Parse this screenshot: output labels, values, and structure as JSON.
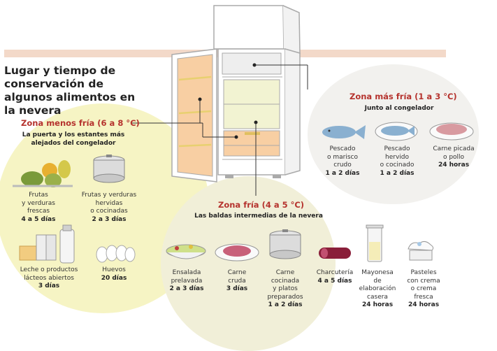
{
  "title": "Lugar y tiempo de conservación de algunos alimentos en la nevera",
  "zones": {
    "menos_fria": {
      "name": "Zona menos fría (6 a 8 °C)",
      "desc_1": "La puerta y los estantes más",
      "desc_2": "alejados del congelador",
      "items": [
        {
          "l1": "Frutas",
          "l2": "y verduras",
          "l3": "frescas",
          "days": "4 a 5 días"
        },
        {
          "l1": "Frutas y verduras",
          "l2": "hervidas",
          "l3": "o cocinadas",
          "days": "2 a 3 días"
        },
        {
          "l1": "Leche o productos",
          "l2": "lácteos abiertos",
          "days": "3 días"
        },
        {
          "l1": "Huevos",
          "days": "20 días"
        }
      ]
    },
    "mas_fria": {
      "name": "Zona más fría (1 a 3 °C)",
      "desc": "Junto al congelador",
      "items": [
        {
          "l1": "Pescado",
          "l2": "o marisco",
          "l3": "crudo",
          "days": "1 a 2 días"
        },
        {
          "l1": "Pescado",
          "l2": "hervido",
          "l3": "o cocinado",
          "days": "1 a 2 días"
        },
        {
          "l1": "Carne picada",
          "l2": "o pollo",
          "days": "24 horas"
        }
      ]
    },
    "fria": {
      "name": "Zona fría (4 a 5 °C)",
      "desc": "Las baldas intermedias de la nevera",
      "items": [
        {
          "l1": "Ensalada",
          "l2": "prelavada",
          "days": "2 a 3 días"
        },
        {
          "l1": "Carne",
          "l2": "cruda",
          "days": "3 días"
        },
        {
          "l1": "Carne",
          "l2": "cocinada",
          "l3": "y platos",
          "l4": "preparados",
          "days": "1 a 2 días"
        },
        {
          "l1": "Charcutería",
          "days": "4 a 5 días"
        },
        {
          "l1": "Mayonesa",
          "l2": "de",
          "l3": "elaboración",
          "l4": "casera",
          "days": "24 horas"
        },
        {
          "l1": "Pasteles",
          "l2": "con crema",
          "l3": "o crema",
          "l4": "fresca",
          "days": "24 horas"
        }
      ]
    }
  },
  "colors": {
    "zone_title": "#b5332e",
    "fridge_interior": "#f2f3d2",
    "door": "#f8cfa3"
  }
}
